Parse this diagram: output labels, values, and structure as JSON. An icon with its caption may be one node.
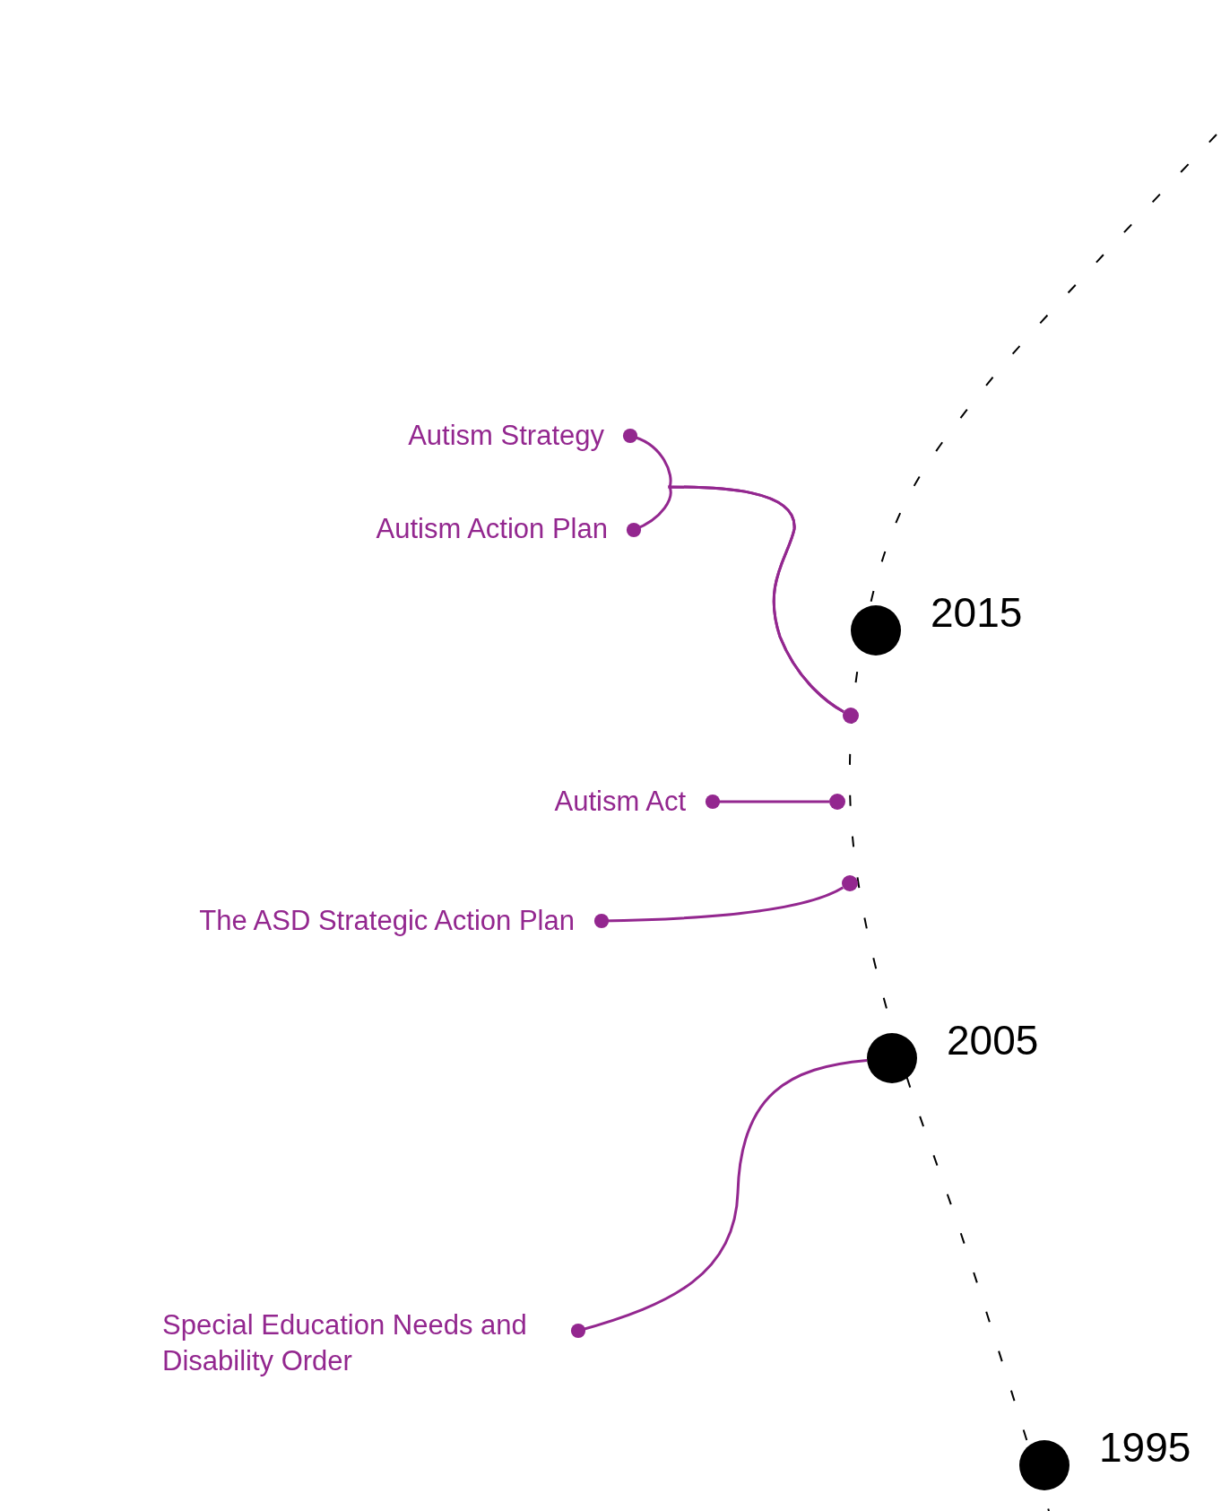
{
  "diagram": {
    "nodes": [
      {
        "text": [
          "Autism Strategy"
        ]
      },
      {
        "text": [
          "Autism Action Plan"
        ]
      },
      {
        "text": [],
        "shape": "circle",
        "beside": [
          "2015"
        ]
      },
      {
        "text": [],
        "shape": "circle"
      },
      {
        "text": [
          "Autism Act"
        ]
      },
      {
        "text": [],
        "shape": "circle"
      },
      {
        "text": [],
        "shape": "circle"
      },
      {
        "text": [
          "The ASD Strategic Action Plan"
        ]
      },
      {
        "text": [],
        "shape": "circle",
        "beside": [
          "2005"
        ]
      },
      {
        "text": [
          "Special Education Needs and Disability Order"
        ]
      },
      {
        "text": [],
        "shape": "circle",
        "beside": [
          "1995"
        ]
      }
    ],
    "edges": [
      {
        "from": 0,
        "to": 3,
        "arrow": "other"
      },
      {
        "from": 1,
        "to": 3,
        "arrow": "other"
      },
      {
        "from": 4,
        "to": 5,
        "arrow": "other"
      },
      {
        "from": 7,
        "to": 6,
        "arrow": "other"
      },
      {
        "from": 9,
        "to": 8,
        "arrow": "other"
      }
    ]
  }
}
